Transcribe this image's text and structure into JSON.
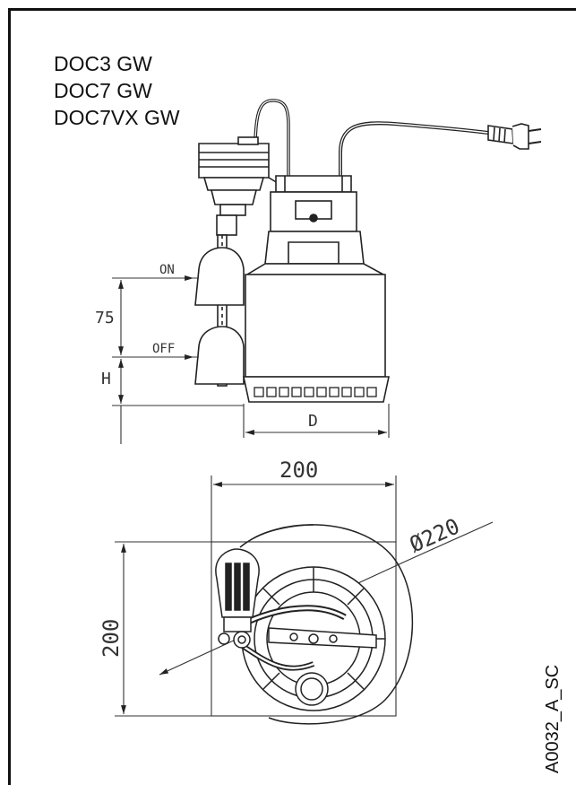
{
  "models": [
    "DOC3 GW",
    "DOC7 GW",
    "DOC7VX GW"
  ],
  "labels": {
    "on": "ON",
    "off": "OFF",
    "dim_75": "75",
    "dim_h": "H",
    "dim_d": "D",
    "dim_width": "200",
    "dim_height": "200",
    "dim_diameter": "Ø220"
  },
  "drawing_code": "A0032_A_SC"
}
